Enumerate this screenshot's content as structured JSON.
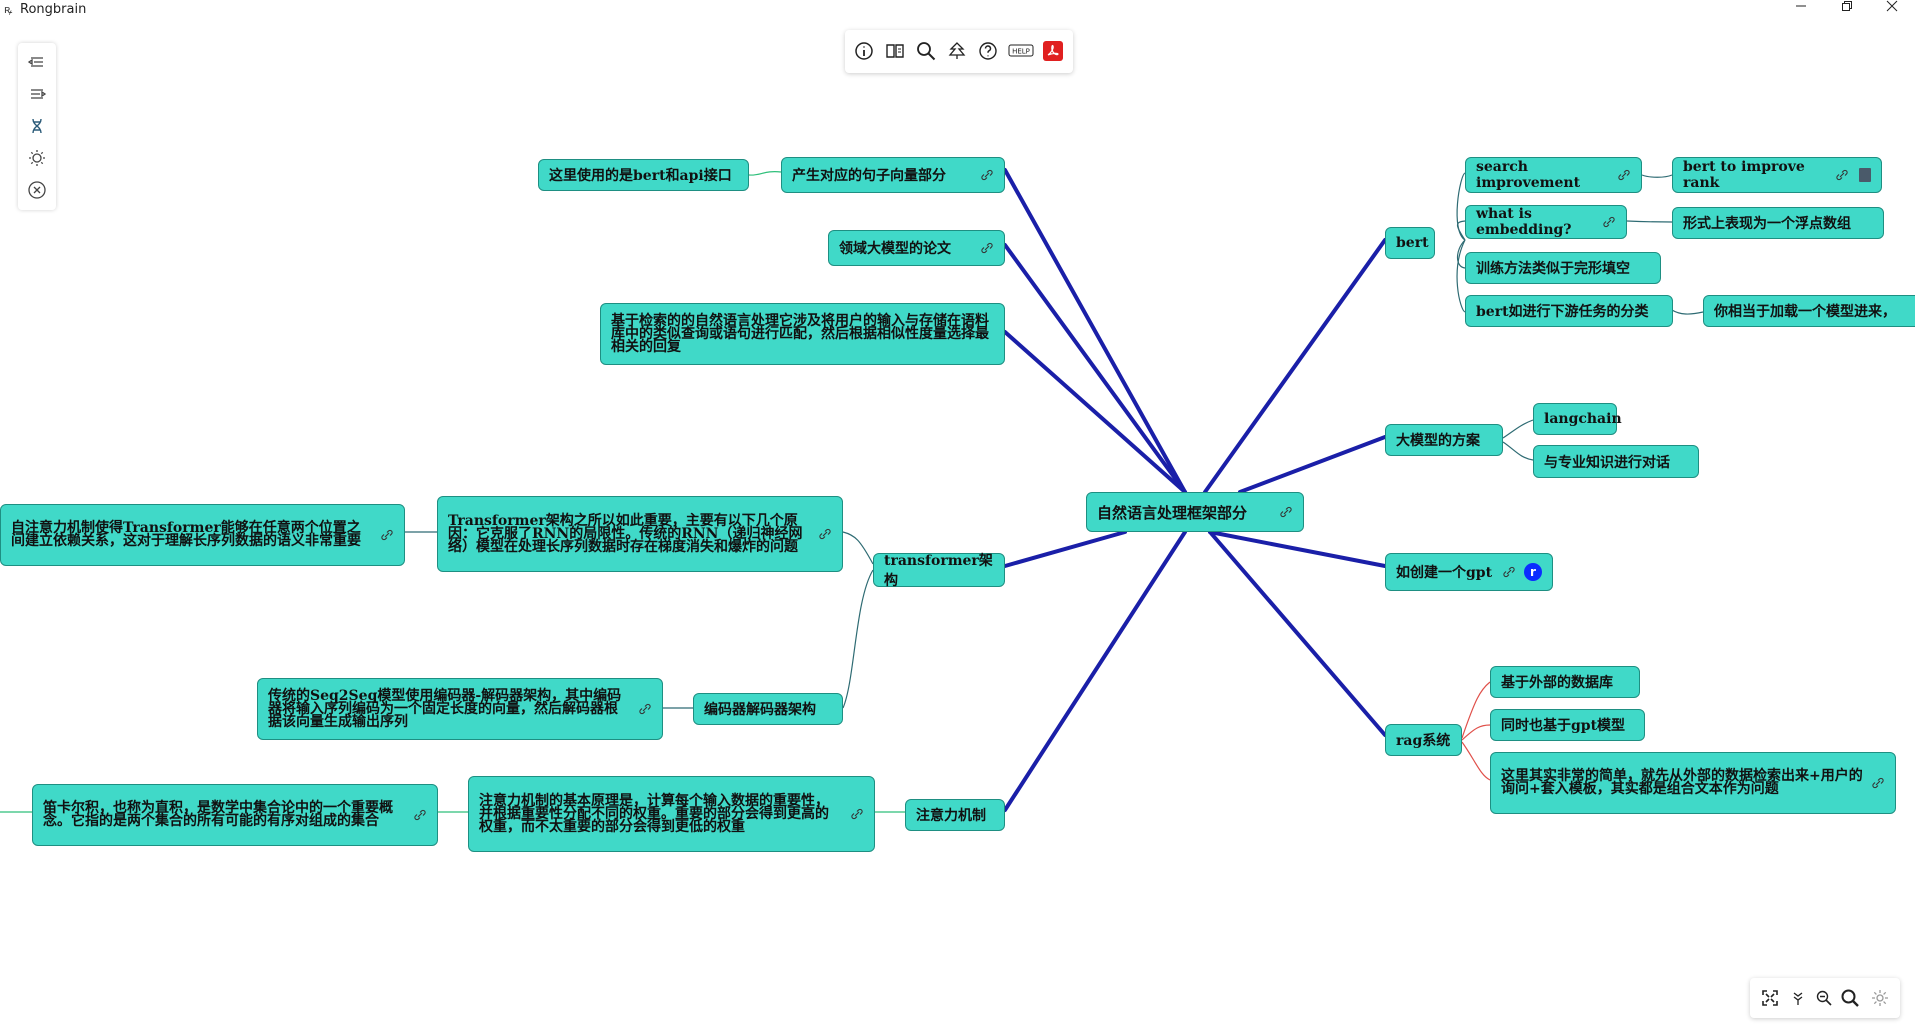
{
  "window": {
    "title": "Rongbrain",
    "app_icon": "rongbrain-logo-icon"
  },
  "top_toolbar": [
    "info-icon",
    "book-icon",
    "search-icon",
    "tree-icon",
    "help-icon",
    "help-text-icon",
    "pdf-icon"
  ],
  "left_toolbar": [
    "align-left-icon",
    "align-right-icon",
    "dna-icon",
    "sun-icon",
    "close-circle-icon"
  ],
  "bottom_toolbar": [
    "fit-screen-icon",
    "collapse-icon",
    "zoom-out-icon",
    "zoom-in-icon",
    "settings-icon"
  ],
  "colors": {
    "node_fill": "#40d9c8",
    "node_border": "#1e8f82",
    "main_edge": "#1a1fa8",
    "thin_edge": "#2e6b73",
    "rag_edge": "#e0504a",
    "badge": "#0b2cff"
  },
  "nodes": {
    "root": "自然语言处理框架部分",
    "n_sentence_vec": "产生对应的句子向量部分",
    "n_bert_api": "这里使用的是bert和api接口",
    "n_paper": "领域大模型的论文",
    "n_retrieval": "基于检索的的自然语言处理它涉及将用户的输入与存储在语料库中的类似查询或语句进行匹配，然后根据相似性度量选择最相关的回复",
    "n_transformer": "transformer架构",
    "n_transformer_why": "Transformer架构之所以如此重要，主要有以下几个原因：它克服了RNN的局限性。传统的RNN（递归神经网络）模型在处理长序列数据时存在梯度消失和爆炸的问题",
    "n_self_attn": "自注意力机制使得Transformer能够在任意两个位置之间建立依赖关系，这对于理解长序列数据的语义非常重要",
    "n_encdec": "编码器解码器架构",
    "n_seq2seq": "传统的Seq2Seq模型使用编码器-解码器架构，其中编码器将输入序列编码为一个固定长度的向量，然后解码器根据该向量生成输出序列",
    "n_attention": "注意力机制",
    "n_attn_principle": "注意力机制的基本原理是，计算每个输入数据的重要性，并根据重要性分配不同的权重。重要的部分会得到更高的权重，而不太重要的部分会得到更低的权重",
    "n_cartesian": "笛卡尔积，也称为直积，是数学中集合论中的一个重要概念。它指的是两个集合的所有可能的有序对组成的集合",
    "n_bert": "bert",
    "n_search_impr": "search improvement",
    "n_bert_rank": "bert to improve rank",
    "n_embedding": "what is embedding?",
    "n_float_arr": "形式上表现为一个浮点数组",
    "n_train": "训练方法类似于完形填空",
    "n_downstream": "bert如进行下游任务的分类",
    "n_load_model": "你相当于加载一个模型进来，",
    "n_llm_plan": "大模型的方案",
    "n_langchain": "langchain",
    "n_dialogue": "与专业知识进行对话",
    "n_create_gpt": "如创建一个gpt",
    "badge_r": "r",
    "n_rag": "rag系统",
    "n_ext_db": "基于外部的数据库",
    "n_gpt_model": "同时也基于gpt模型",
    "n_rag_desc": "这里其实非常的简单，就先从外部的数据检索出来+用户的询问+套入模板，其实都是组合文本作为问题"
  }
}
